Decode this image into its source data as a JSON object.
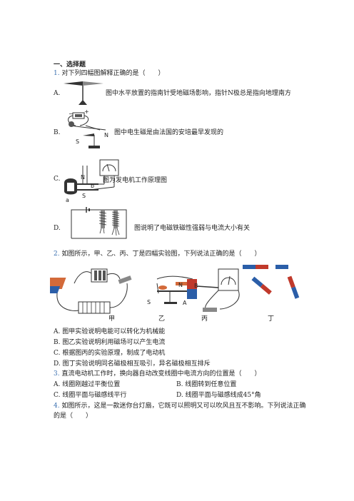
{
  "section_title": "一、选择题",
  "q1": {
    "num": "1.",
    "stem": "对下列四幅图解释正确的是（　　）",
    "options": [
      {
        "letter": "A.",
        "text": "图中水平放置的指南针受地磁场影响，指针N极总是指向地理南方"
      },
      {
        "letter": "B.",
        "text": "图中电生磁是由法国的安培最早发现的"
      },
      {
        "letter": "C.",
        "text": "图为发电机工作原理图"
      },
      {
        "letter": "D.",
        "text": "图说明了电磁铁磁性强弱与电流大小有关"
      }
    ],
    "fig_b_labels": {
      "n": "N",
      "s": "S",
      "plus": "+",
      "minus": "−"
    },
    "fig_c_labels": {
      "n": "N",
      "s": "S",
      "b": "b",
      "a": "a"
    }
  },
  "q2": {
    "num": "2.",
    "stem": "如图所示，甲、乙、丙、丁是四幅实验图，下列说法正确的是（　　）",
    "fig_labels": [
      "甲",
      "乙",
      "丙",
      "丁"
    ],
    "fig_letters": {
      "n": "N",
      "s": "S",
      "b": "B",
      "a": "A"
    },
    "options": [
      {
        "letter": "A.",
        "text": "图甲实验说明电能可以转化为机械能"
      },
      {
        "letter": "B.",
        "text": "图乙实验说明利用磁场可以产生电流"
      },
      {
        "letter": "C.",
        "text": "根据图丙的实验原理，制成了电动机"
      },
      {
        "letter": "D.",
        "text": "图丁实验说明同名磁极相互吸引，异名磁极相互排斥"
      }
    ]
  },
  "q3": {
    "num": "3.",
    "stem": "直流电动机工作时，换向器自动改变线圈中电流方向的位置是（　　）",
    "options": [
      {
        "letter": "A.",
        "text": "线圈刚越过平衡位置"
      },
      {
        "letter": "B.",
        "text": "线圈转到任意位置"
      },
      {
        "letter": "C.",
        "text": "线圈平面与磁感线平行"
      },
      {
        "letter": "D.",
        "text": "线圈平面与磁感线成45°角"
      }
    ]
  },
  "q4": {
    "num": "4.",
    "stem": "如图所示，这是一款迷你台灯扇，它既可以照明又可以吹风且互不影响。下列说法正确",
    "stem_cont": "的是（　　）"
  }
}
